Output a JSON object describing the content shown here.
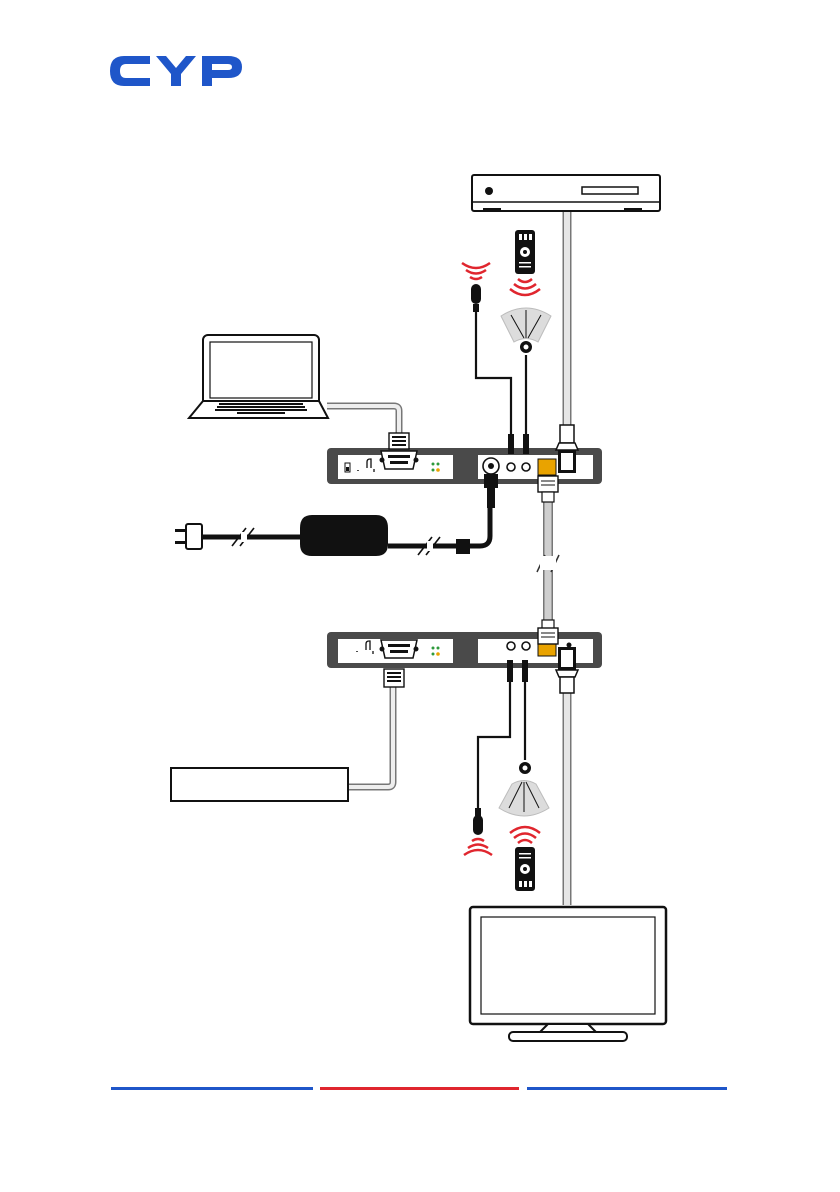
{
  "brand": {
    "name": "CYP",
    "logo_color": "#1f56c9"
  },
  "colors": {
    "accent_blue": "#1f56c9",
    "accent_red": "#e0262e",
    "device_body": "#4a4a4a",
    "cable_grey": "#bdbdbd",
    "signal_red": "#e0262e"
  },
  "diagram": {
    "devices": [
      {
        "id": "source-player",
        "icon": "media-player-icon"
      },
      {
        "id": "laptop",
        "icon": "laptop-icon"
      },
      {
        "id": "power-adapter",
        "icon": "power-adapter-icon"
      },
      {
        "id": "transmitter",
        "icon": "transmitter-unit-icon"
      },
      {
        "id": "receiver",
        "icon": "receiver-unit-icon"
      },
      {
        "id": "serial-device",
        "icon": "serial-device-icon"
      },
      {
        "id": "display",
        "icon": "tv-display-icon"
      },
      {
        "id": "remote-top",
        "icon": "remote-control-icon"
      },
      {
        "id": "remote-bottom",
        "icon": "remote-control-icon"
      },
      {
        "id": "ir-blaster-top",
        "icon": "ir-blaster-icon"
      },
      {
        "id": "ir-receiver-top",
        "icon": "ir-receiver-icon"
      },
      {
        "id": "ir-blaster-bottom",
        "icon": "ir-blaster-icon"
      },
      {
        "id": "ir-receiver-bottom",
        "icon": "ir-receiver-icon"
      }
    ],
    "footer_bar_colors": [
      "#1f56c9",
      "#e0262e",
      "#1f56c9"
    ]
  }
}
